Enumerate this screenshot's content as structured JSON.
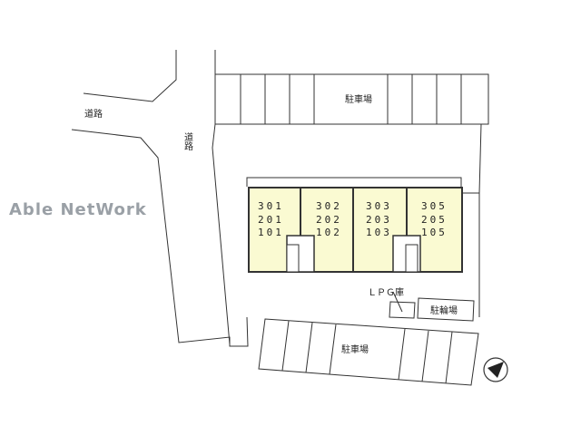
{
  "labels": {
    "road_left": "道路",
    "road_center": "道路",
    "parking_top": "駐車場",
    "parking_bottom": "駐車場",
    "bicycle_parking": "駐輪場",
    "lpg_storage": "ＬＰＧ庫"
  },
  "units": [
    [
      "301",
      "201",
      "101"
    ],
    [
      "302",
      "202",
      "102"
    ],
    [
      "303",
      "203",
      "103"
    ],
    [
      "305",
      "205",
      "105"
    ]
  ],
  "watermark": "Able NetWork",
  "colors": {
    "building_fill": "#fafad2",
    "line": "#333333",
    "watermark": "#9aa0a6"
  },
  "compass": "compass-icon"
}
